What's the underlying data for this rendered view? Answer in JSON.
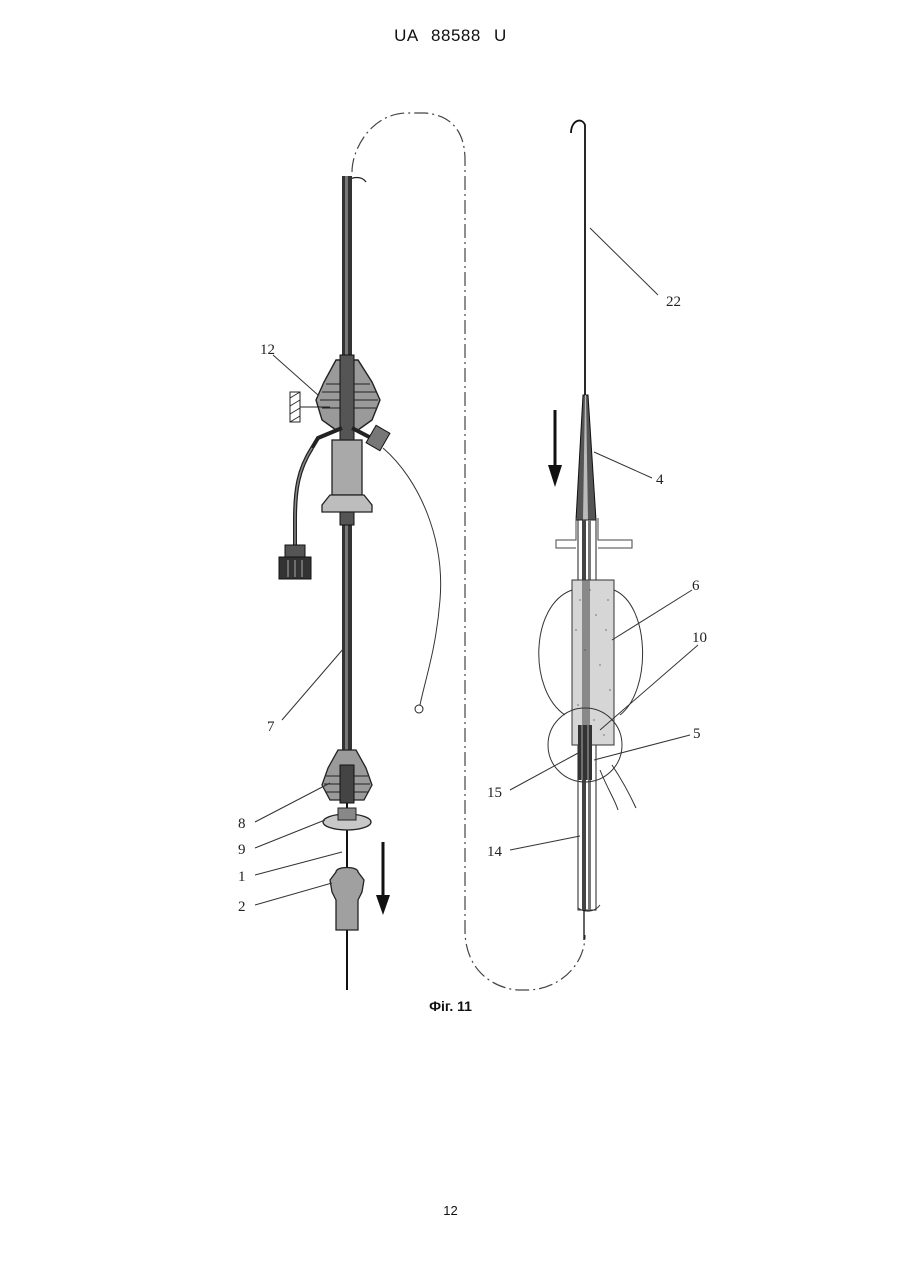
{
  "header": {
    "doc_number": "UA   88588   U"
  },
  "figure": {
    "caption": "Фіг. 11",
    "labels": {
      "l12": "12",
      "l7": "7",
      "l8": "8",
      "l9": "9",
      "l1": "1",
      "l2": "2",
      "l22": "22",
      "l4": "4",
      "l6": "6",
      "l10": "10",
      "l5": "5",
      "l15": "15",
      "l14": "14"
    }
  },
  "footer": {
    "page_number": "12"
  }
}
